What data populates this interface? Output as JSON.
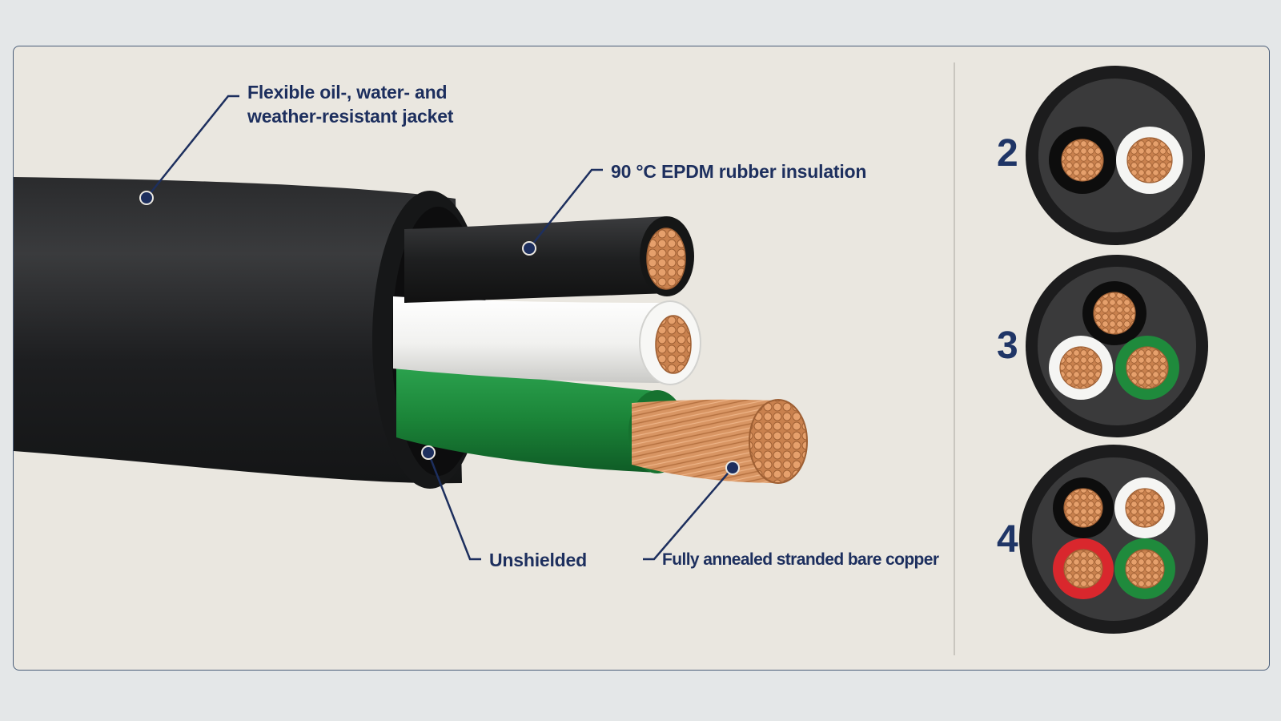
{
  "callouts": {
    "jacket": "Flexible oil-, water- and\nweather-resistant jacket",
    "insulation": "90 °C EPDM rubber insulation",
    "shield": "Unshielded",
    "conductor": "Fully annealed stranded bare copper"
  },
  "cross_sections": [
    {
      "count": "2",
      "conductor_colors": [
        "black",
        "white"
      ]
    },
    {
      "count": "3",
      "conductor_colors": [
        "black",
        "white",
        "green"
      ]
    },
    {
      "count": "4",
      "conductor_colors": [
        "black",
        "white",
        "red",
        "green"
      ]
    }
  ],
  "colors": {
    "jacket": "#1f2021",
    "copper": "#d58f5c",
    "insulation_white": "#f4f4f2",
    "insulation_green": "#1f8a3c",
    "insulation_red": "#d9272d",
    "leader_line": "#1d2f5e",
    "panel_border": "#4a5d78"
  }
}
